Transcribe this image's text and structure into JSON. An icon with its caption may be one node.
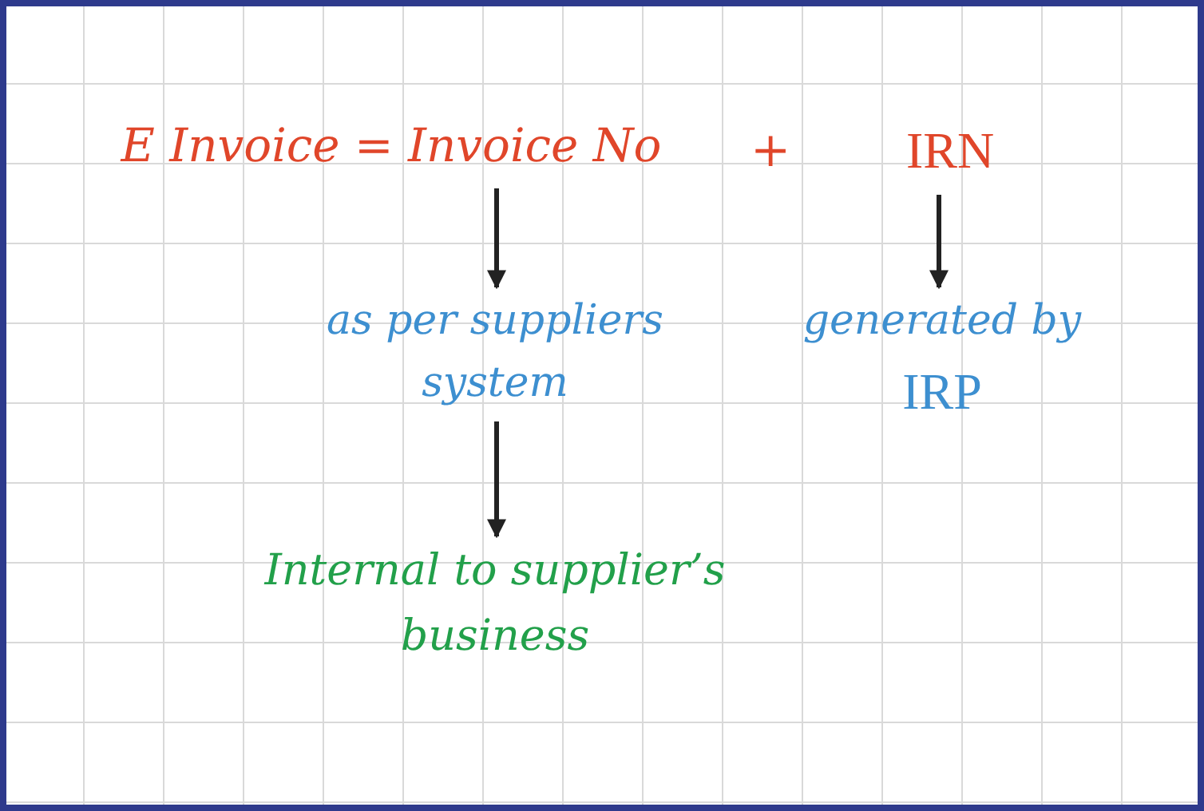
{
  "diagram": {
    "nodes": [
      {
        "text": [
          "E Invoice = Invoice No"
        ]
      },
      {
        "text": [
          "IRN"
        ]
      },
      {
        "text": [
          "as per suppliers system"
        ]
      },
      {
        "text": [
          "generated by",
          "IRP"
        ]
      },
      {
        "text": [
          "Internal to supplier’s business"
        ]
      }
    ],
    "edges": [
      {
        "from": 0,
        "to": 2,
        "arrow": "to"
      },
      {
        "from": 1,
        "to": 3,
        "arrow": "to"
      },
      {
        "from": 2,
        "to": 4,
        "arrow": "to"
      }
    ],
    "labels": [
      "+"
    ]
  }
}
